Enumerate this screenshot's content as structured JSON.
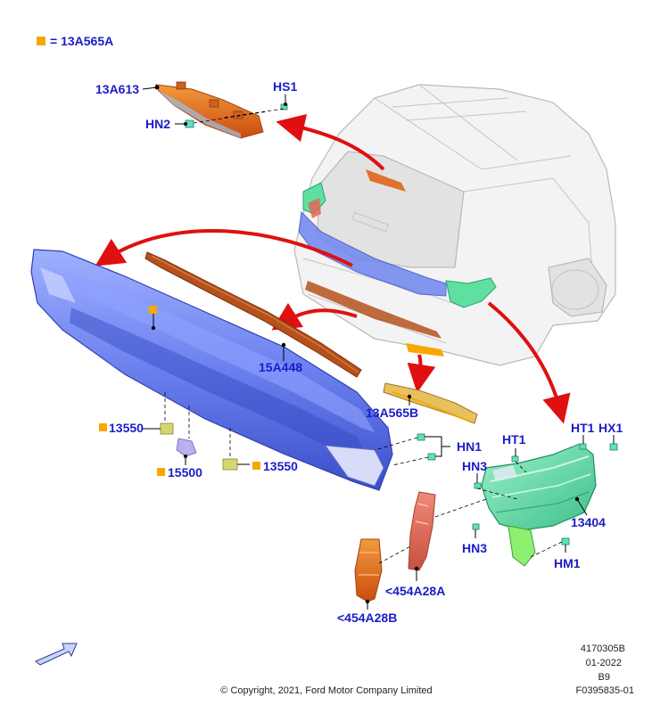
{
  "legend": {
    "text": "= 13A565A",
    "marker_color": "#f7a800"
  },
  "labels": {
    "hs1": "HS1",
    "p13a613": "13A613",
    "hn2": "HN2",
    "p15a448": "15A448",
    "p13a565b": "13A565B",
    "hn1": "HN1",
    "ht1_left": "HT1",
    "ht1_right": "HT1",
    "hx1": "HX1",
    "hn3_upper": "HN3",
    "hn3_lower": "HN3",
    "p13404": "13404",
    "hm1": "HM1",
    "p454a28a": "<454A28A",
    "p454a28b": "<454A28B",
    "p13550_left": "13550",
    "p13550_right": "13550",
    "p15500": "15500"
  },
  "meta": {
    "code": "4170305B",
    "date": "01-2022",
    "rev": "B9",
    "figure": "F0395835-01",
    "copyright": "© Copyright, 2021, Ford Motor Company Limited"
  },
  "colors": {
    "label_blue": "#1c1cc8",
    "marker_orange": "#f7a800",
    "arrow_red": "#e01010",
    "bumper_blue": "#6f86f0",
    "reflector_orange": "#e0661a",
    "lamp_green": "#5fe0a0",
    "strip_brown": "#b5511c"
  }
}
